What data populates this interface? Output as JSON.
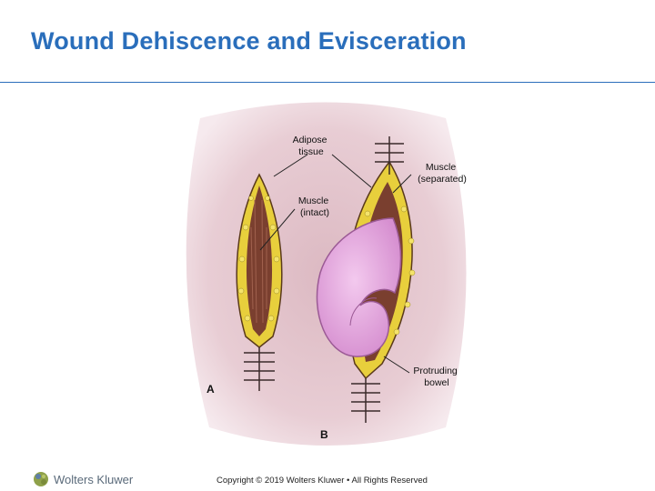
{
  "slide": {
    "title": "Wound Dehiscence and Evisceration",
    "copyright": "Copyright © 2019 Wolters Kluwer • All Rights Reserved"
  },
  "brand": {
    "logo_text": "Wolters Kluwer",
    "logo_icon": "wolters-kluwer-logo-icon",
    "accent_color": "#2a6ebb"
  },
  "figure": {
    "labels": {
      "adipose_line1": "Adipose",
      "adipose_line2": "tissue",
      "muscle_intact_line1": "Muscle",
      "muscle_intact_line2": "(intact)",
      "muscle_separated_line1": "Muscle",
      "muscle_separated_line2": "(separated)",
      "protruding_line1": "Protruding",
      "protruding_line2": "bowel",
      "panel_a": "A",
      "panel_b": "B"
    }
  }
}
